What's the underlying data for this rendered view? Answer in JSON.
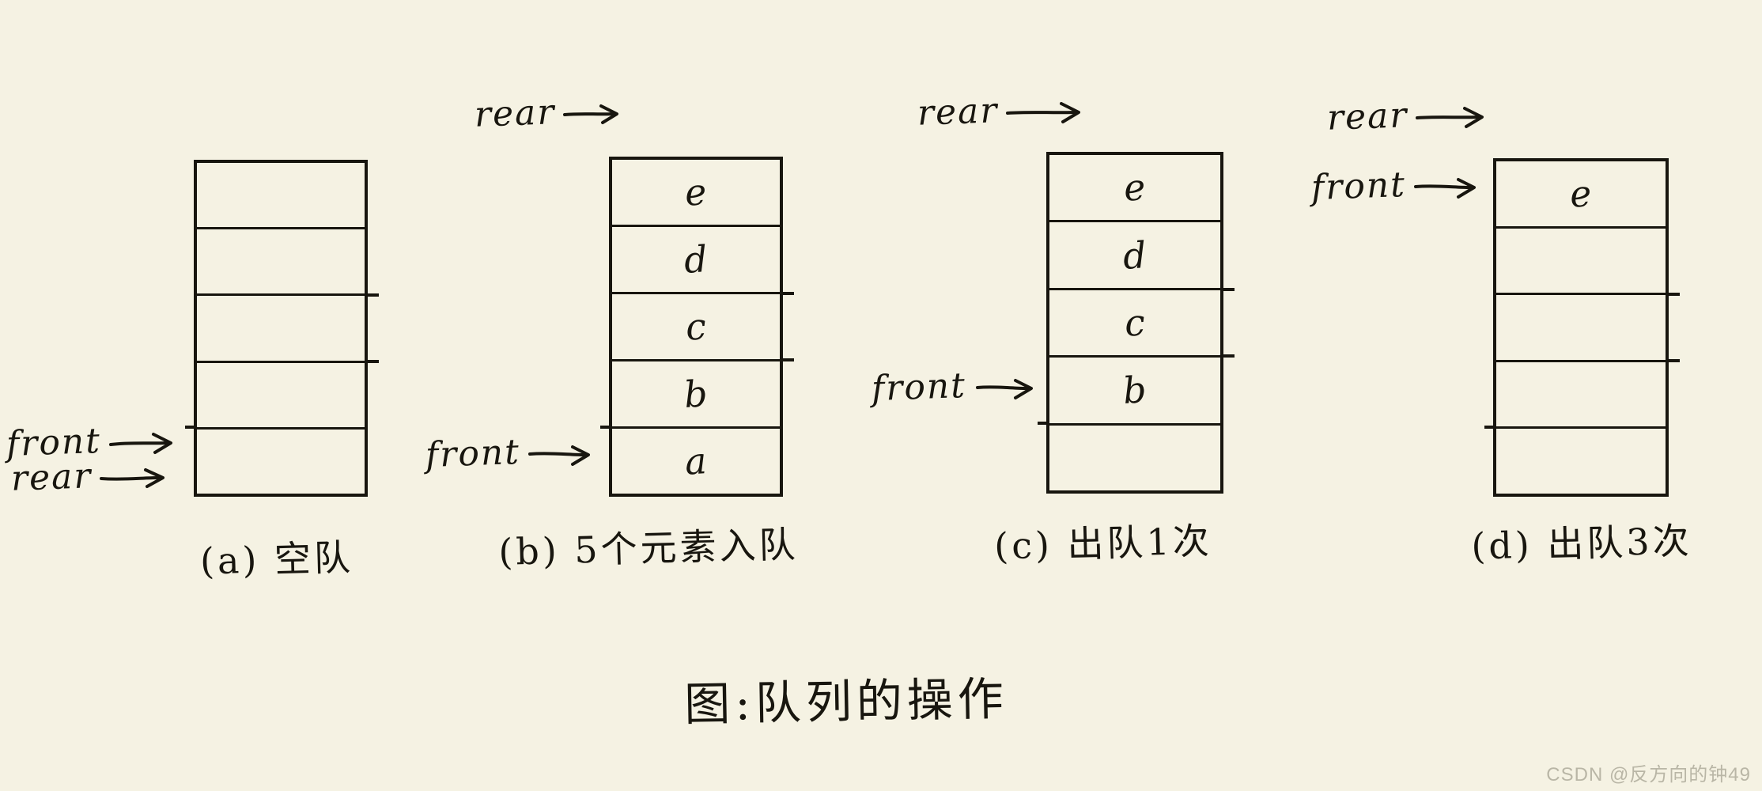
{
  "page": {
    "background": "#f5f2e3",
    "ink": "#18160f"
  },
  "labels": {
    "front": "front",
    "rear": "rear"
  },
  "diagrams": [
    {
      "id": "a",
      "caption": "(a) 空队",
      "cells": [
        "",
        "",
        "",
        "",
        ""
      ]
    },
    {
      "id": "b",
      "caption": "(b) 5个元素入队",
      "cells": [
        "e",
        "d",
        "c",
        "b",
        "a"
      ]
    },
    {
      "id": "c",
      "caption": "(c) 出队1次",
      "cells": [
        "e",
        "d",
        "c",
        "b",
        ""
      ]
    },
    {
      "id": "d",
      "caption": "(d) 出队3次",
      "cells": [
        "e",
        "",
        "",
        "",
        ""
      ]
    }
  ],
  "figure_caption": "图:队列的操作",
  "watermark": {
    "text": "CSDN @反方向的钟49",
    "color": "#b9b6a6"
  }
}
